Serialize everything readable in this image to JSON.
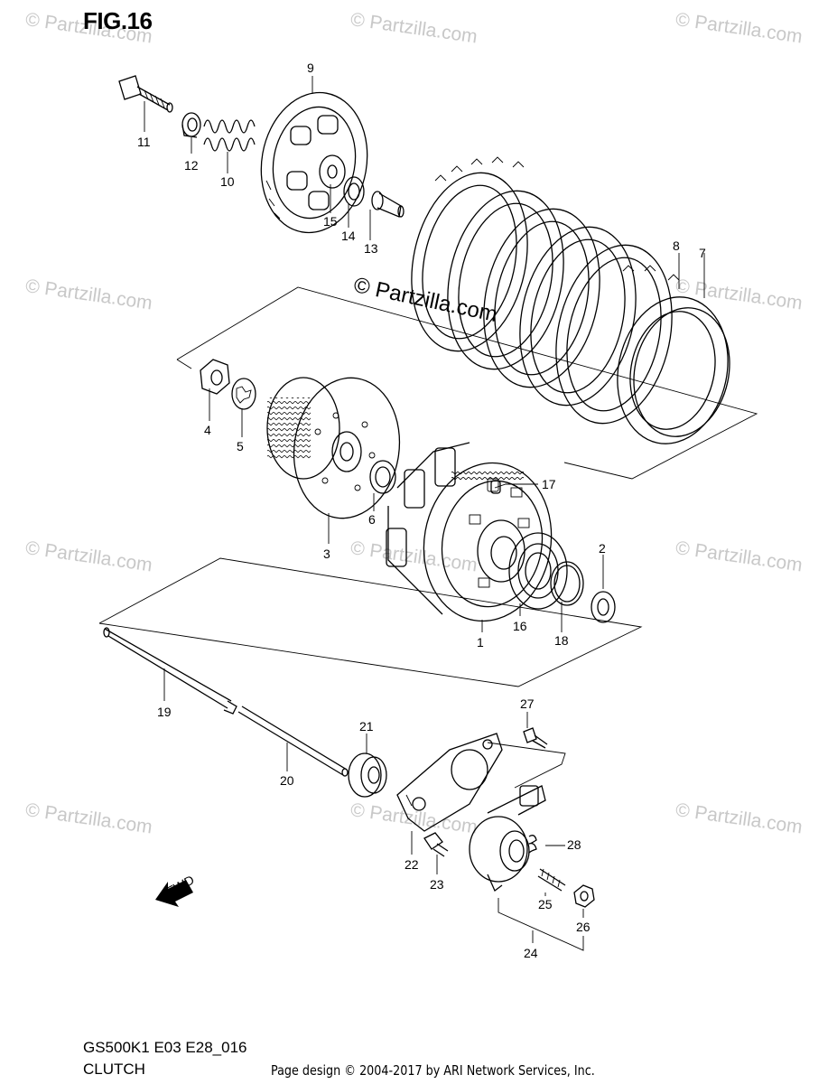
{
  "figure": {
    "title": "FIG.16",
    "code": "GS500K1 E03 E28_016",
    "caption": "CLUTCH",
    "footer": "Page design © 2004-2017 by ARI Network Services, Inc.",
    "watermark_main": "© Partzilla.com",
    "watermark_faint": "© Partzilla.com",
    "direction_label": "FWD"
  },
  "callouts": [
    {
      "id": "callout-1",
      "label": "1"
    },
    {
      "id": "callout-2",
      "label": "2"
    },
    {
      "id": "callout-3",
      "label": "3"
    },
    {
      "id": "callout-4",
      "label": "4"
    },
    {
      "id": "callout-5",
      "label": "5"
    },
    {
      "id": "callout-6",
      "label": "6"
    },
    {
      "id": "callout-7",
      "label": "7"
    },
    {
      "id": "callout-8",
      "label": "8"
    },
    {
      "id": "callout-9",
      "label": "9"
    },
    {
      "id": "callout-10",
      "label": "10"
    },
    {
      "id": "callout-11",
      "label": "11"
    },
    {
      "id": "callout-12",
      "label": "12"
    },
    {
      "id": "callout-13",
      "label": "13"
    },
    {
      "id": "callout-14",
      "label": "14"
    },
    {
      "id": "callout-15",
      "label": "15"
    },
    {
      "id": "callout-16",
      "label": "16"
    },
    {
      "id": "callout-17",
      "label": "17"
    },
    {
      "id": "callout-18",
      "label": "18"
    },
    {
      "id": "callout-19",
      "label": "19"
    },
    {
      "id": "callout-20",
      "label": "20"
    },
    {
      "id": "callout-21",
      "label": "21"
    },
    {
      "id": "callout-22",
      "label": "22"
    },
    {
      "id": "callout-23",
      "label": "23"
    },
    {
      "id": "callout-24",
      "label": "24"
    },
    {
      "id": "callout-25",
      "label": "25"
    },
    {
      "id": "callout-26",
      "label": "26"
    },
    {
      "id": "callout-27",
      "label": "27"
    },
    {
      "id": "callout-28",
      "label": "28"
    }
  ]
}
